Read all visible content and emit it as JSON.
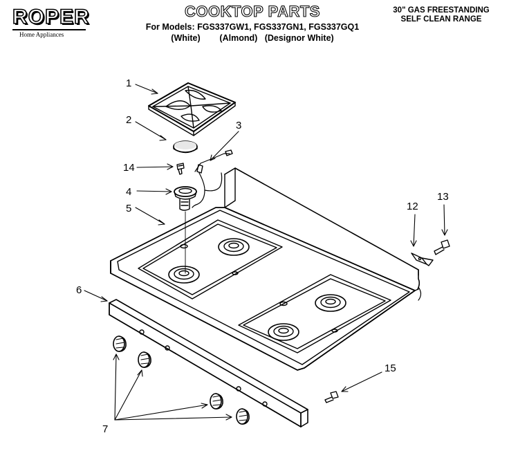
{
  "brand": {
    "name": "ROPER",
    "tagline": "Home Appliances"
  },
  "header": {
    "title": "COOKTOP PARTS",
    "models_line": "For Models: FGS337GW1, FGS337GN1, FGS337GQ1",
    "finishes_line": "(White)        (Almond)   (Designor White)",
    "range_line1": "30\" GAS FREESTANDING",
    "range_line2": "SELF CLEAN RANGE"
  },
  "callouts": {
    "c1": "1",
    "c2": "2",
    "c3": "3",
    "c4": "4",
    "c5": "5",
    "c6": "6",
    "c7": "7",
    "c12": "12",
    "c13": "13",
    "c14": "14",
    "c15": "15"
  }
}
